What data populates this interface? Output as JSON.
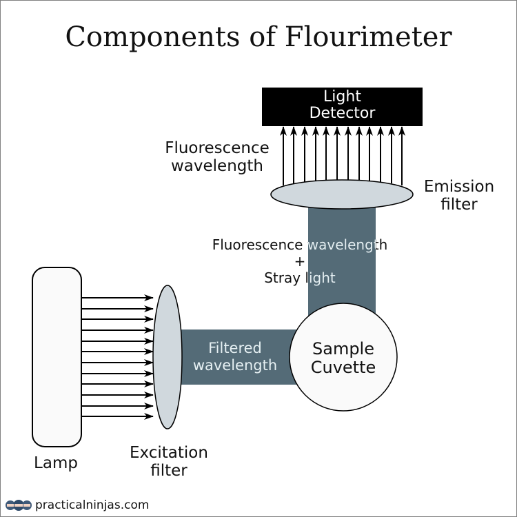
{
  "title": "Components of Flourimeter",
  "colors": {
    "beam": "#546b77",
    "filter_fill": "#d0d8dd",
    "lamp_fill": "#fafafa",
    "cuvette_fill": "#fafafa",
    "detector_fill": "#000000",
    "light_text": "#e6f0f3"
  },
  "components": {
    "detector": {
      "line1": "Light",
      "line2": "Detector"
    },
    "emission_filter": {
      "line1": "Emission",
      "line2": "filter"
    },
    "excitation_filter": {
      "line1": "Excitation",
      "line2": "filter"
    },
    "lamp": {
      "label": "Lamp"
    },
    "cuvette": {
      "line1": "Sample",
      "line2": "Cuvette"
    }
  },
  "beams": {
    "fluorescence_top": {
      "line1": "Fluorescence",
      "line2": "wavelength"
    },
    "vertical": {
      "line1": "Fluorescence wavelength",
      "plus": "+",
      "line2": "Stray light"
    },
    "horizontal": {
      "line1": "Filtered",
      "line2": "wavelength"
    }
  },
  "footer": {
    "site": "practicalninjas.com",
    "logo_icon": "ninja-logo-icon"
  }
}
